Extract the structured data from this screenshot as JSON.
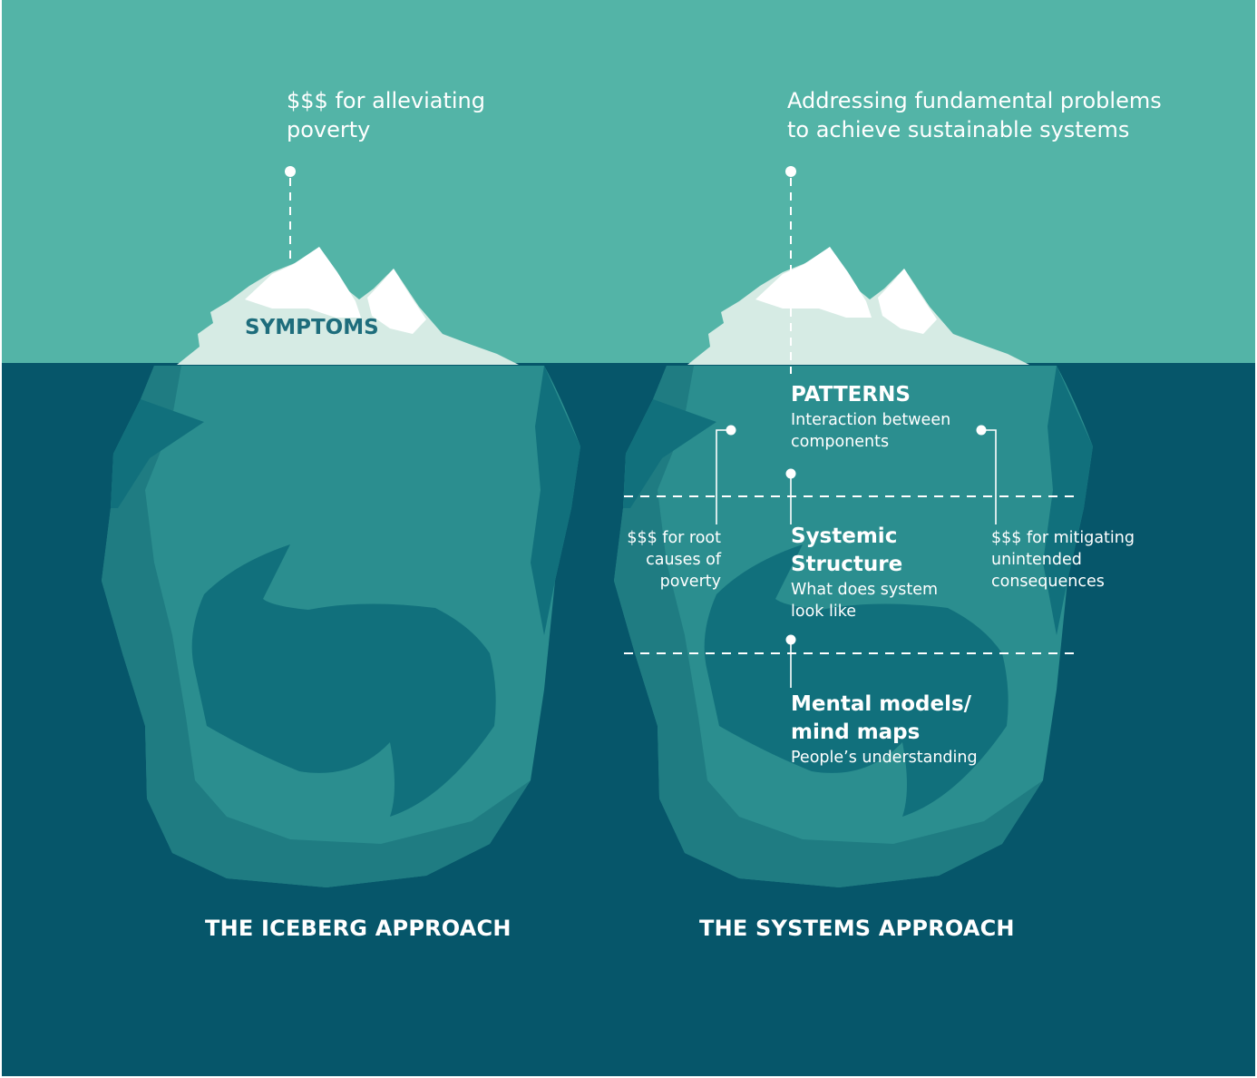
{
  "colors": {
    "sky": "#53b4a7",
    "sea": "#06566a",
    "ice_cap": "#ffffff",
    "ice_cap_shadow": "#d6ebe4",
    "berg_light": "#2b8e8f",
    "berg_mid": "#1f7c82",
    "berg_dark": "#11707c",
    "symptoms_text": "#1e6d7c",
    "label_text": "#ffffff"
  },
  "iceberg_approach": {
    "caption_lines": [
      "$$$ for alleviating",
      "poverty"
    ],
    "tip_label": "SYMPTOMS",
    "title": "THE ICEBERG APPROACH"
  },
  "systems_approach": {
    "caption_lines": [
      "Addressing fundamental problems",
      "to achieve sustainable systems"
    ],
    "patterns": {
      "heading": "PATTERNS",
      "description_lines": [
        "Interaction between",
        "components"
      ]
    },
    "structure": {
      "heading_lines": [
        "Systemic",
        "Structure"
      ],
      "description_lines": [
        "What does system",
        "look like"
      ]
    },
    "mental_models": {
      "heading_lines": [
        "Mental models/",
        "mind maps"
      ],
      "description_lines": [
        "People’s understanding"
      ]
    },
    "left_note_lines": [
      "$$$ for root",
      "causes of",
      "poverty"
    ],
    "right_note_lines": [
      "$$$ for mitigating",
      "unintended",
      "consequences"
    ],
    "title": "THE SYSTEMS APPROACH"
  }
}
